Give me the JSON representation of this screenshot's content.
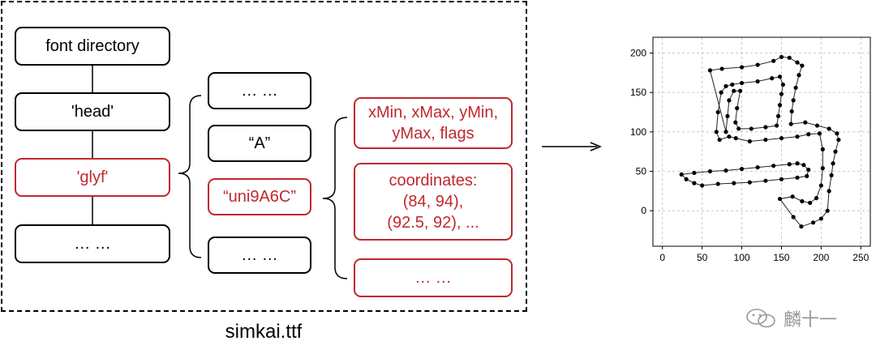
{
  "diagram": {
    "file_label": "simkai.ttf",
    "colors": {
      "black": "#000000",
      "highlight": "#c0282d"
    },
    "column1": {
      "font_directory": "font directory",
      "head": "'head'",
      "glyf": "'glyf'",
      "more": "… …"
    },
    "column2": {
      "top": "… …",
      "a": "“A”",
      "uni": "“uni9A6C”",
      "bottom": "… …"
    },
    "column3": {
      "bbox": "xMin, xMax, yMin,\nyMax, flags",
      "coordinates": "coordinates:\n(84, 94),\n(92.5, 92), ...",
      "more": "… …"
    }
  },
  "watermark": {
    "text": "麟十一"
  },
  "chart_data": {
    "type": "scatter",
    "title": "",
    "xlabel": "",
    "ylabel": "",
    "xlim": [
      -12,
      262
    ],
    "ylim": [
      -45,
      220
    ],
    "xticks": [
      0,
      50,
      100,
      150,
      200,
      250
    ],
    "yticks": [
      0,
      50,
      100,
      150,
      200
    ],
    "grid": true,
    "series": [
      {
        "values": [
          [
            60,
            178
          ],
          [
            75,
            180
          ],
          [
            100,
            182
          ],
          [
            120,
            185
          ],
          [
            140,
            190
          ],
          [
            150,
            195
          ],
          [
            160,
            194
          ],
          [
            170,
            188
          ],
          [
            176,
            184
          ],
          [
            172,
            172
          ],
          [
            168,
            156
          ],
          [
            165,
            140
          ],
          [
            163,
            126
          ],
          [
            162,
            110
          ],
          [
            180,
            112
          ],
          [
            195,
            108
          ],
          [
            210,
            104
          ],
          [
            220,
            98
          ],
          [
            222,
            90
          ],
          [
            218,
            75
          ],
          [
            215,
            60
          ],
          [
            213,
            45
          ],
          [
            210,
            25
          ],
          [
            208,
            0
          ],
          [
            200,
            -10
          ],
          [
            190,
            -15
          ],
          [
            175,
            -20
          ],
          [
            165,
            -8
          ],
          [
            148,
            15
          ],
          [
            164,
            18
          ],
          [
            176,
            12
          ],
          [
            186,
            10
          ],
          [
            194,
            16
          ],
          [
            200,
            32
          ],
          [
            202,
            54
          ],
          [
            202,
            78
          ],
          [
            198,
            98
          ],
          [
            184,
            97
          ],
          [
            170,
            94
          ],
          [
            150,
            92
          ],
          [
            130,
            90
          ],
          [
            110,
            88
          ],
          [
            92.5,
            92
          ],
          [
            84,
            94
          ],
          [
            72,
            90
          ],
          [
            68,
            100
          ],
          [
            70,
            125
          ],
          [
            74,
            150
          ],
          [
            80,
            158
          ],
          [
            88,
            160
          ],
          [
            100,
            162
          ],
          [
            120,
            164
          ],
          [
            138,
            168
          ],
          [
            148,
            170
          ],
          [
            152,
            160
          ],
          [
            150,
            148
          ],
          [
            148,
            134
          ],
          [
            146,
            120
          ],
          [
            144,
            108
          ],
          [
            130,
            106
          ],
          [
            112,
            104
          ],
          [
            96,
            104
          ],
          [
            92,
            112
          ],
          [
            94,
            130
          ],
          [
            98,
            152
          ],
          [
            90,
            152
          ],
          [
            84,
            140
          ],
          [
            82,
            120
          ],
          [
            80,
            100
          ]
        ]
      },
      {
        "values": [
          [
            24,
            46
          ],
          [
            40,
            48
          ],
          [
            60,
            50
          ],
          [
            80,
            51
          ],
          [
            100,
            53
          ],
          [
            120,
            55
          ],
          [
            140,
            57
          ],
          [
            160,
            59
          ],
          [
            170,
            60
          ],
          [
            178,
            58
          ],
          [
            184,
            52
          ],
          [
            182,
            44
          ],
          [
            170,
            42
          ],
          [
            150,
            40
          ],
          [
            130,
            38
          ],
          [
            110,
            36
          ],
          [
            90,
            35
          ],
          [
            70,
            34
          ],
          [
            50,
            32
          ],
          [
            40,
            35
          ],
          [
            30,
            40
          ]
        ]
      }
    ]
  }
}
